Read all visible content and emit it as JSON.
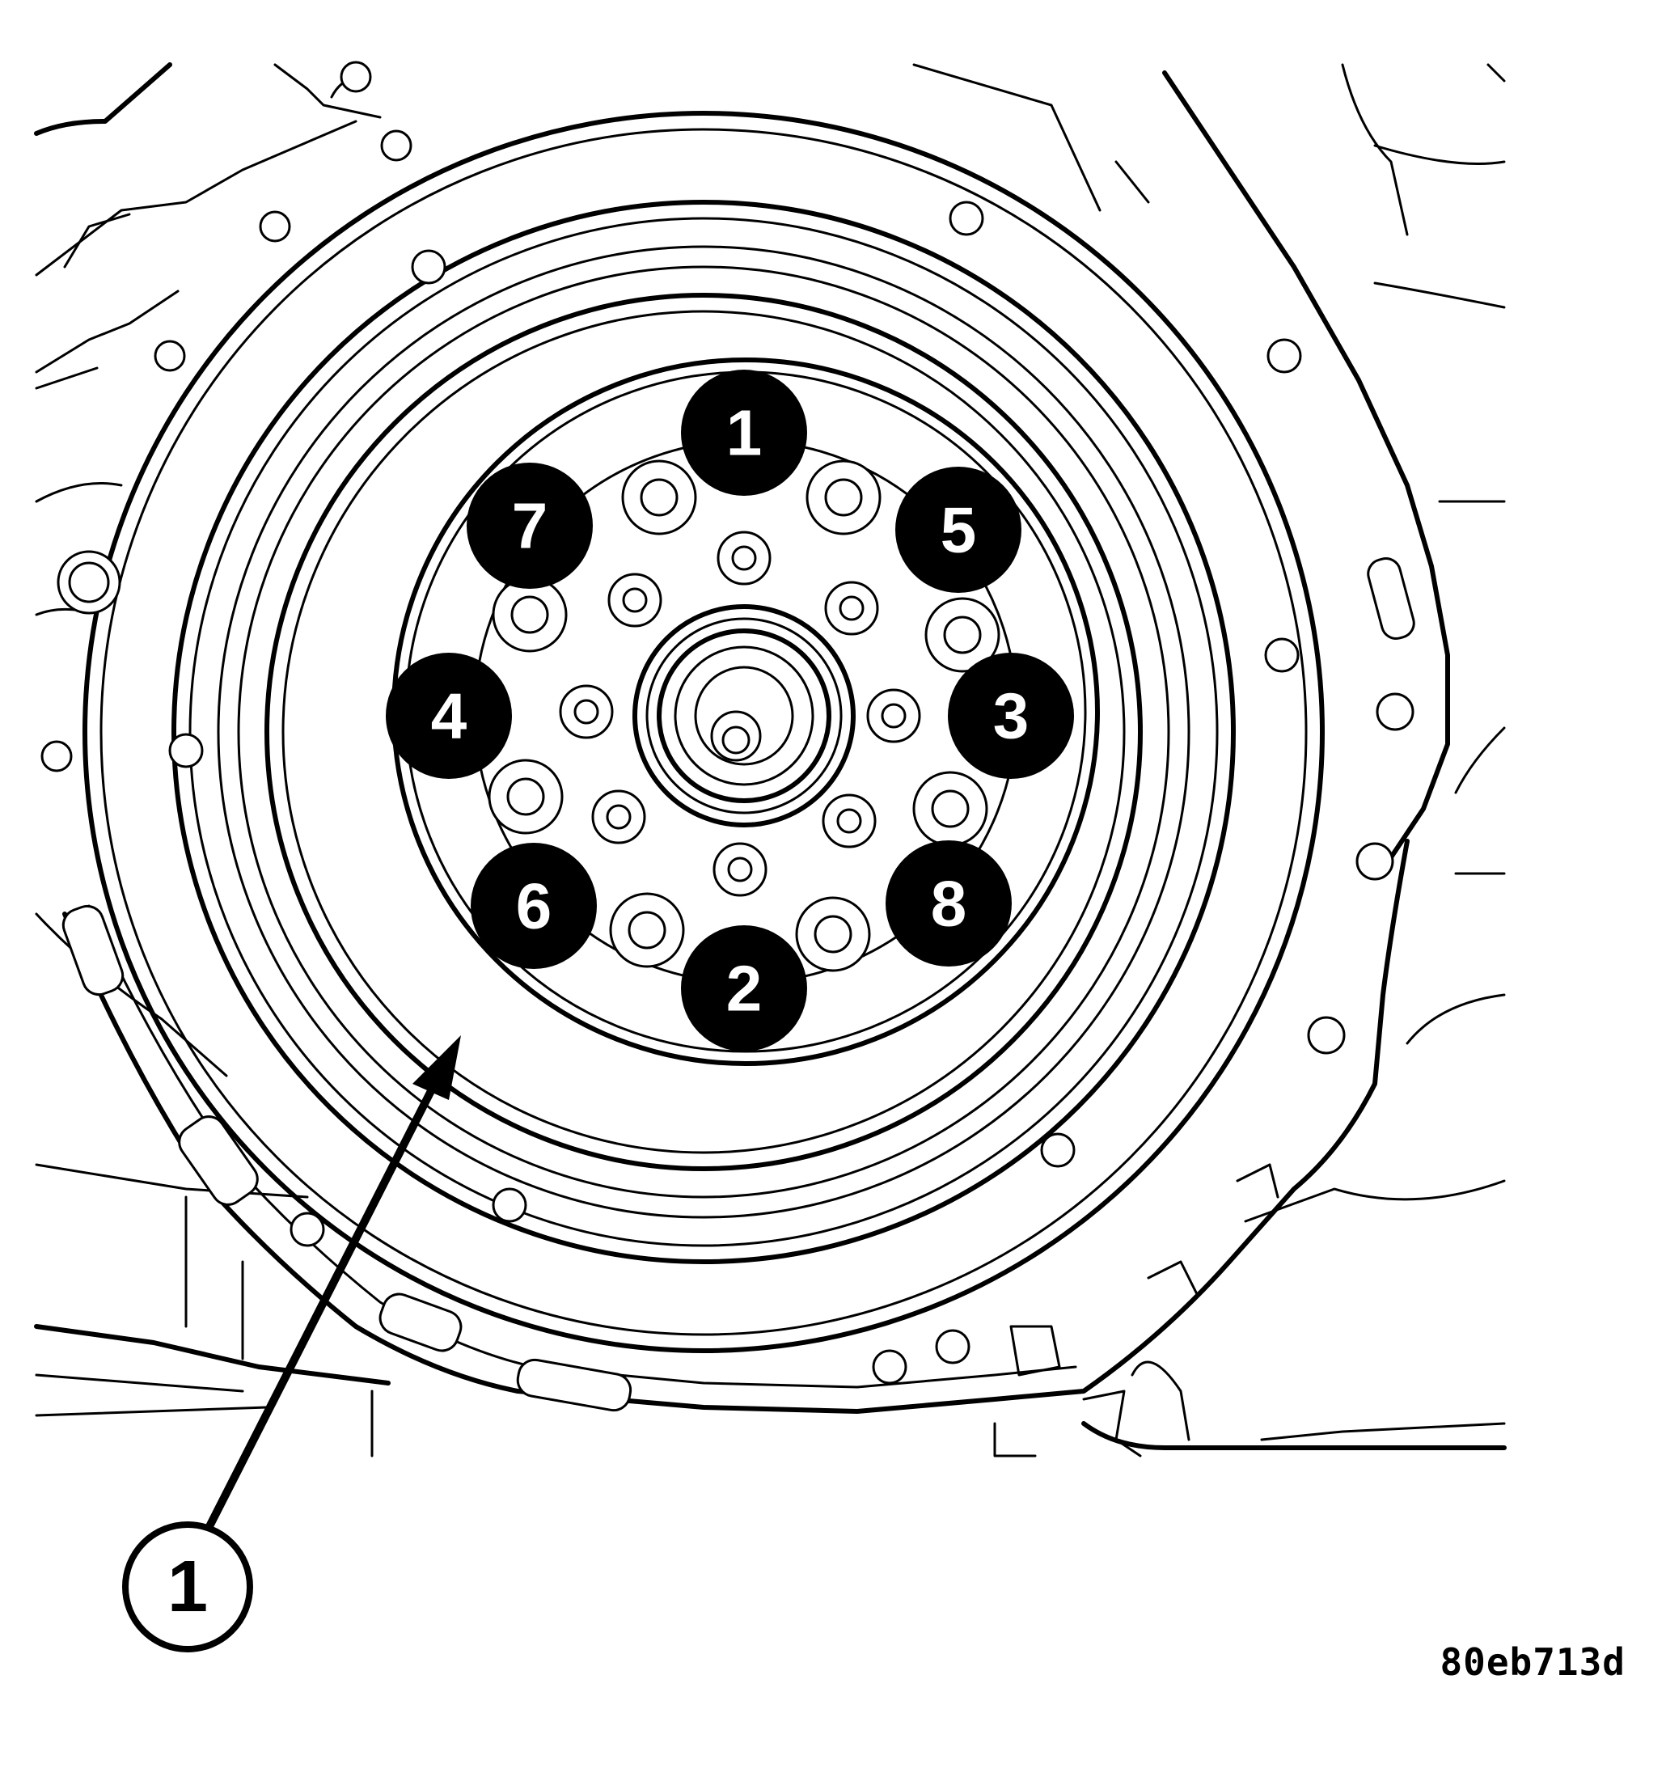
{
  "figure": {
    "id": "80eb713d"
  },
  "sequence_labels": [
    "1",
    "2",
    "3",
    "4",
    "5",
    "6",
    "7",
    "8"
  ],
  "callout": {
    "number": "1"
  }
}
